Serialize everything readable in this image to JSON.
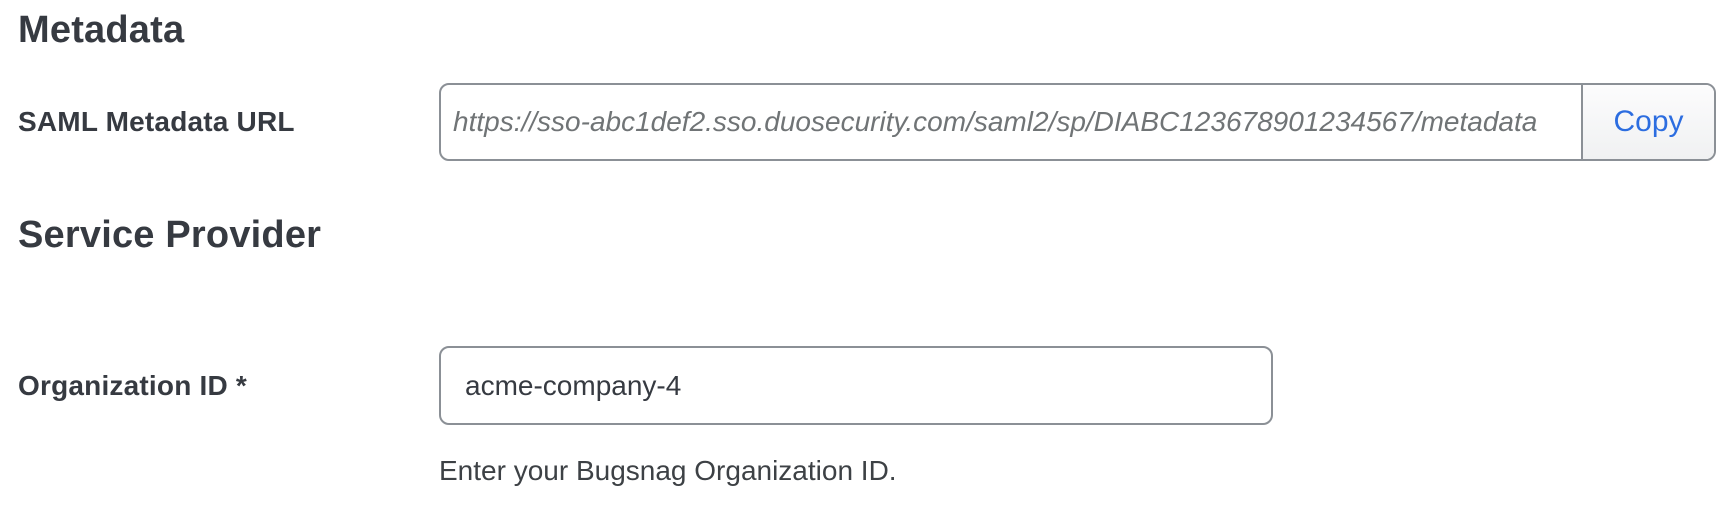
{
  "metadata_section": {
    "title": "Metadata",
    "saml_metadata_url": {
      "label": "SAML Metadata URL",
      "value": "https://sso-abc1def2.sso.duosecurity.com/saml2/sp/DIABC123678901234567/metadata",
      "copy_button_label": "Copy"
    }
  },
  "service_provider_section": {
    "title": "Service Provider",
    "organization_id": {
      "label": "Organization ID *",
      "value": "acme-company-4",
      "help_text": "Enter your Bugsnag Organization ID."
    }
  },
  "colors": {
    "heading_text": "#363a41",
    "label_text": "#363a41",
    "input_border": "#8b9096",
    "url_value_text": "#707476",
    "input_value_text": "#363a41",
    "copy_button_text": "#2c6de0",
    "copy_button_background": "#f5f6f7",
    "page_background": "#ffffff"
  }
}
